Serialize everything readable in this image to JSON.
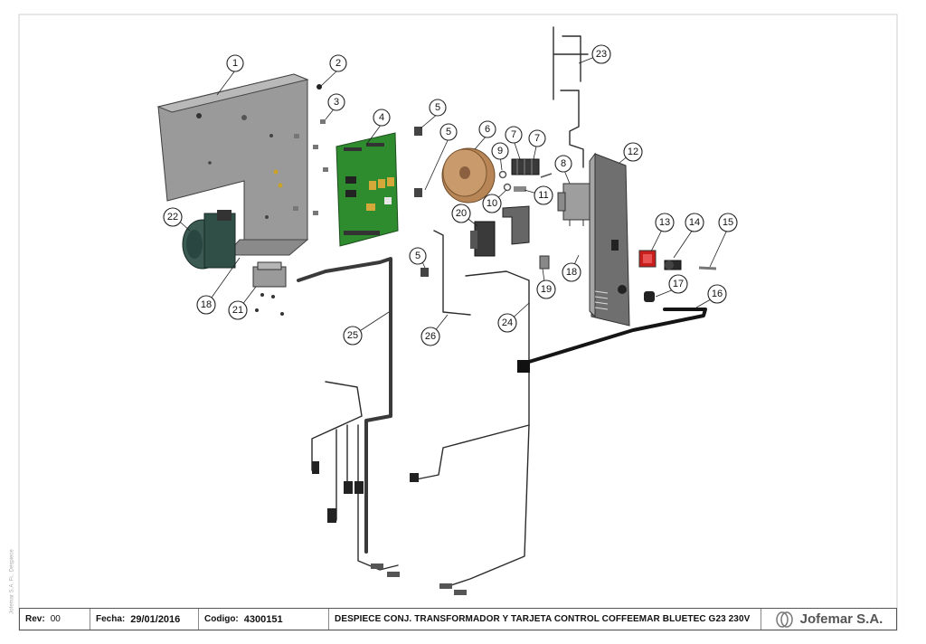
{
  "drawing": {
    "callouts": [
      {
        "id": "c1",
        "label": "1"
      },
      {
        "id": "c2",
        "label": "2"
      },
      {
        "id": "c3",
        "label": "3"
      },
      {
        "id": "c4",
        "label": "4"
      },
      {
        "id": "c5a",
        "label": "5"
      },
      {
        "id": "c5b",
        "label": "5"
      },
      {
        "id": "c5c",
        "label": "5"
      },
      {
        "id": "c6",
        "label": "6"
      },
      {
        "id": "c7a",
        "label": "7"
      },
      {
        "id": "c7b",
        "label": "7"
      },
      {
        "id": "c8",
        "label": "8"
      },
      {
        "id": "c9",
        "label": "9"
      },
      {
        "id": "c10",
        "label": "10"
      },
      {
        "id": "c11",
        "label": "11"
      },
      {
        "id": "c12",
        "label": "12"
      },
      {
        "id": "c13",
        "label": "13"
      },
      {
        "id": "c14",
        "label": "14"
      },
      {
        "id": "c15",
        "label": "15"
      },
      {
        "id": "c16",
        "label": "16"
      },
      {
        "id": "c17",
        "label": "17"
      },
      {
        "id": "c18a",
        "label": "18"
      },
      {
        "id": "c18b",
        "label": "18"
      },
      {
        "id": "c19",
        "label": "19"
      },
      {
        "id": "c20",
        "label": "20"
      },
      {
        "id": "c21",
        "label": "21"
      },
      {
        "id": "c22",
        "label": "22"
      },
      {
        "id": "c23",
        "label": "23"
      },
      {
        "id": "c24",
        "label": "24"
      },
      {
        "id": "c25",
        "label": "25"
      },
      {
        "id": "c26",
        "label": "26"
      }
    ]
  },
  "title_block": {
    "rev_label": "Rev:",
    "rev_value": "00",
    "fecha_label": "Fecha:",
    "fecha_value": "29/01/2016",
    "codigo_label": "Codigo:",
    "codigo_value": "4300151",
    "title": "DESPIECE CONJ. TRANSFORMADOR Y TARJETA CONTROL COFFEEMAR BLUETEC G23 230V",
    "brand": "Jofemar S.A."
  },
  "side_note": "Jofemar S.A. Fi.. Despiece",
  "colors": {
    "pcb": "#2e8b2e",
    "transformer": "#c99a6b",
    "switch_red": "#c81e1e",
    "pump": "#2f4f47"
  }
}
